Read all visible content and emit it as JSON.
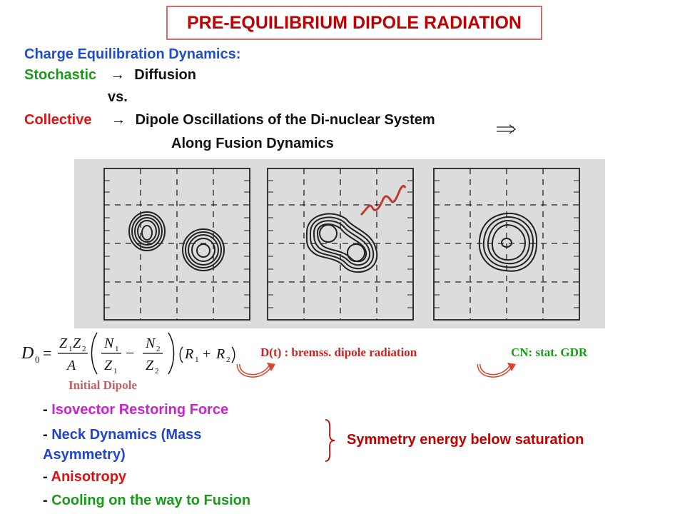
{
  "title": "PRE-EQUILIBRIUM DIPOLE RADIATION",
  "header": {
    "line1": "Charge Equilibration Dynamics:",
    "stochastic": "Stochastic",
    "arrow": "→",
    "diffusion": "Diffusion",
    "vs": "vs.",
    "collective": "Collective",
    "dipole_osc": "Dipole Oscillations of the Di-nuclear System",
    "along": "Along Fusion Dynamics"
  },
  "formula": {
    "lhs": "D",
    "lhs_sub": "0",
    "z1z2": "Z",
    "a": "A",
    "n1": "N",
    "z1": "Z",
    "n2": "N",
    "z2": "Z",
    "r1": "R",
    "r2": "R"
  },
  "labels": {
    "bremss": "D(t) : bremss. dipole radiation",
    "cn_gdr": "CN: stat. GDR",
    "initial_dipole": "Initial Dipole"
  },
  "list": [
    {
      "dash": "-",
      "text": "Isovector Restoring Force",
      "color": "#cc22cc"
    },
    {
      "dash": "-",
      "text": "Neck Dynamics (Mass",
      "text2": "Asymmetry)",
      "color": "#2244cc"
    },
    {
      "dash": "-",
      "text": "Anisotropy",
      "color": "#e01010"
    },
    {
      "dash": "-",
      "text": "Cooling on the way to Fusion",
      "color": "#1a9a1a"
    }
  ],
  "symmetry": "Symmetry energy below saturation",
  "colors": {
    "title_red": "#c00000",
    "blue": "#1f4fc8",
    "green": "#1a9a1a",
    "red": "#e21010",
    "formula_label": "#cc2222",
    "initial_dipole": "#c06060",
    "curl_arrow": "#d9442a",
    "wave": "#c0392b"
  }
}
